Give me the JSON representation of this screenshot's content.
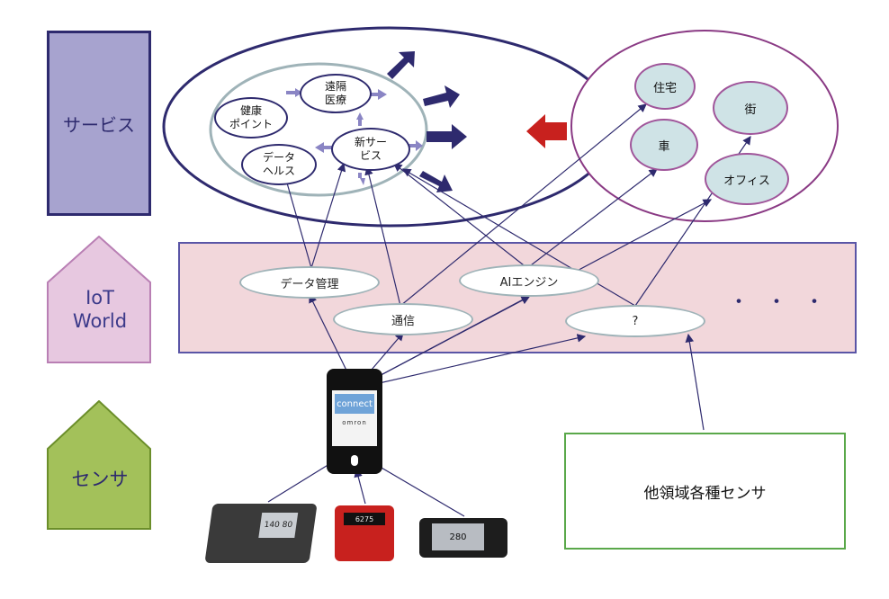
{
  "layers": {
    "service": "サービス",
    "iot_line1": "IoT",
    "iot_line2": "World",
    "sensor": "センサ"
  },
  "services": {
    "remote_care": "遠隔\n医療",
    "health_points": "健康\nポイント",
    "data_health": "データ\nヘルス",
    "new_service": "新サー\nビス"
  },
  "areas": {
    "house": "住宅",
    "car": "車",
    "town": "街",
    "office": "オフィス"
  },
  "iot": {
    "data_mgmt": "データ管理",
    "comm": "通信",
    "ai": "AIエンジン",
    "unknown": "?",
    "more": "・・・"
  },
  "phone": {
    "app": "connect",
    "brand": "omron"
  },
  "other_sensors": "他領域各種センサ",
  "devices": {
    "bp_display": "140 80",
    "scale_display": "6275",
    "pedo_display": "280"
  },
  "colors": {
    "service_fill": "#a7a3cf",
    "iot_fill": "#e7c8e0",
    "sensor_fill": "#a3c15a",
    "band_fill": "#f2d7db",
    "arrow_blue": "#2e2a6e",
    "arrow_red": "#c8211e"
  }
}
